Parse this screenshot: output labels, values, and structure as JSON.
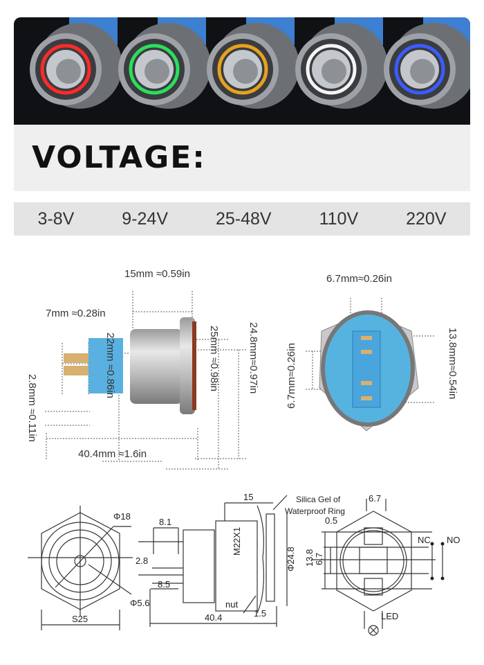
{
  "photo": {
    "rings": [
      {
        "name": "red",
        "color": "#ff2a2a"
      },
      {
        "name": "green",
        "color": "#29e05a"
      },
      {
        "name": "yellow",
        "color": "#e6a21c"
      },
      {
        "name": "white",
        "color": "#f4f4f4"
      },
      {
        "name": "blue",
        "color": "#3b5cff"
      }
    ]
  },
  "voltage": {
    "title": "VOLTAGE:",
    "options": [
      "3-8V",
      "9-24V",
      "25-48V",
      "110V",
      "220V"
    ]
  },
  "photo_dims": {
    "side": {
      "length_15": "15mm ≈0.59in",
      "pin_7": "7mm ≈0.28in",
      "pin_2_8": "2.8mm ≈0.11in",
      "dia_22": "22mm ≈0.86in",
      "dia_25": "25mm ≈0.98in",
      "dia_24_8": "24.8mm≈0.97in",
      "total_40_4": "40.4mm ≈1.6in"
    },
    "back": {
      "width_6_7": "6.7mm≈0.26in",
      "height_6_7": "6.7mm≈0.26in",
      "height_13_8": "13.8mm≈0.54in"
    }
  },
  "drawing": {
    "front": {
      "phi18": "Φ18",
      "phi5_6": "Φ5.6",
      "s25": "S25"
    },
    "side": {
      "d8_1": "8.1",
      "d2_8": "2.8",
      "d8_5": "8.5",
      "d15": "15",
      "thread": "M22X1",
      "phi24_8": "Φ24.8",
      "nut": "nut",
      "d1_5": "1.5",
      "d40_4": "40.4",
      "ring_line1": "Silica Gel of",
      "ring_line2": "Waterproof Ring"
    },
    "back": {
      "d6_7": "6.7",
      "d0_5": "0.5",
      "d13_8": "13.8",
      "d6_7v": "6.7",
      "nc": "NC",
      "no": "NO",
      "led": "LED"
    }
  }
}
